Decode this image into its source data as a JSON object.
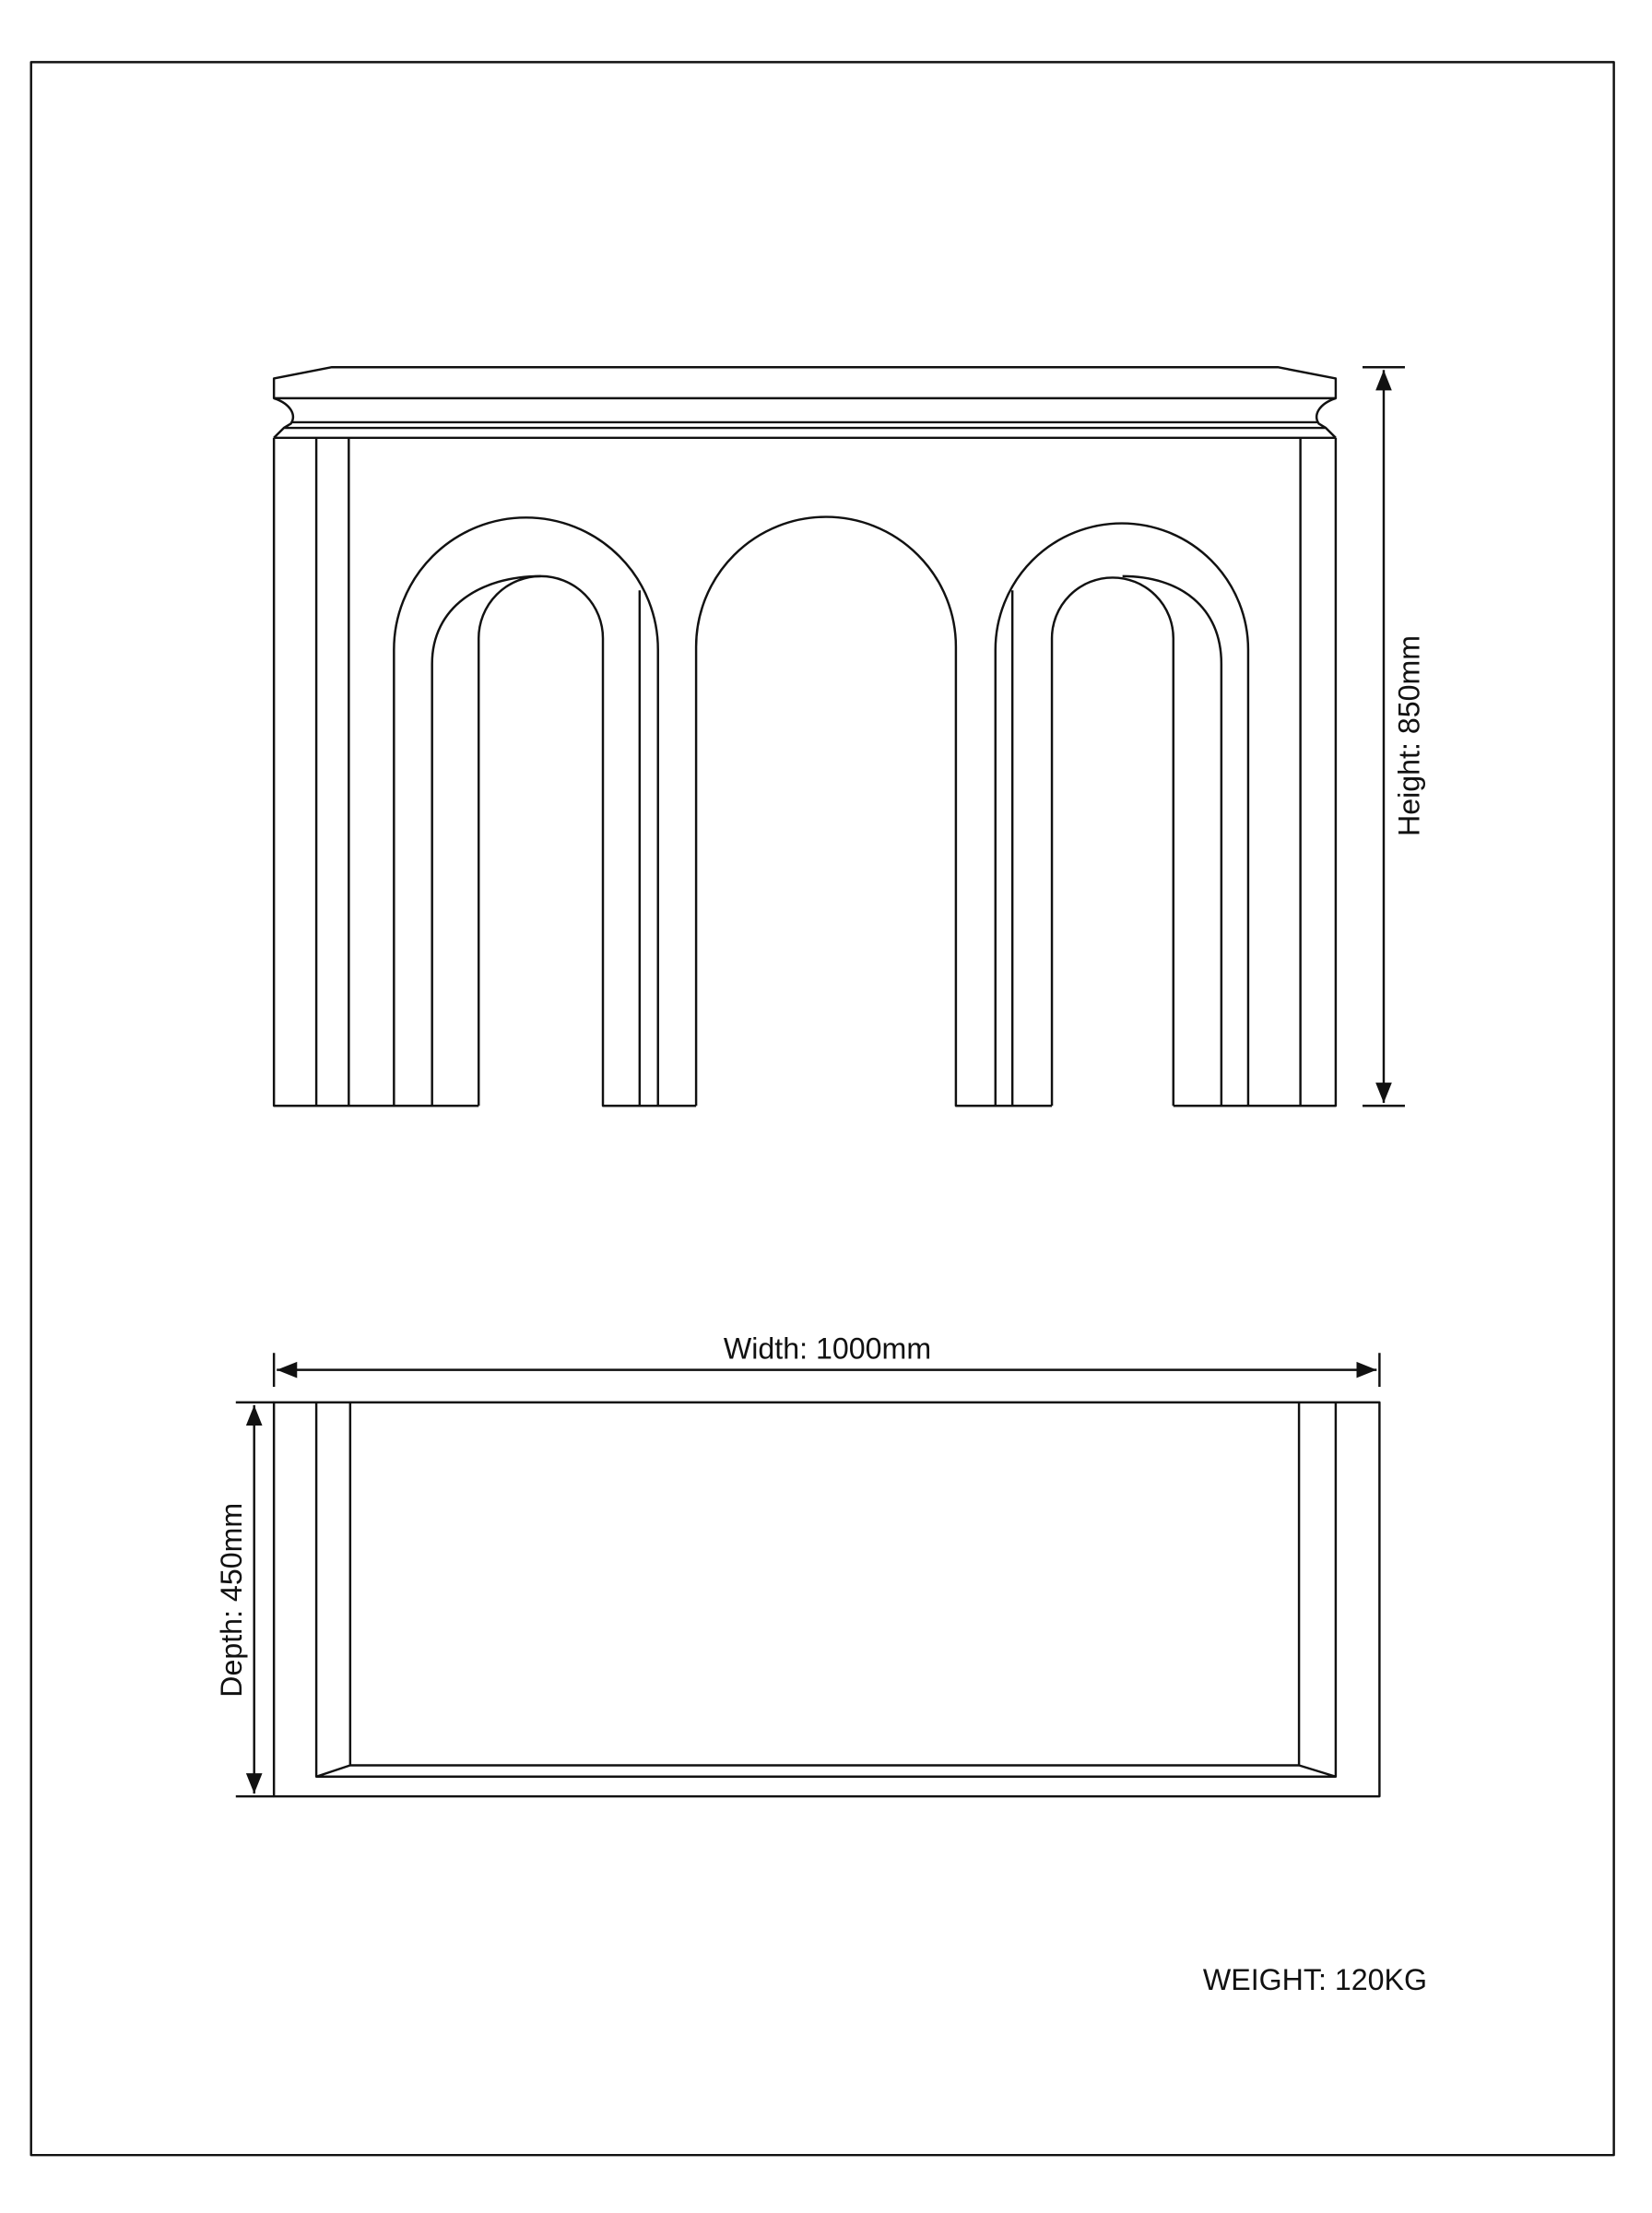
{
  "dimensions": {
    "height_label": "Height: 850mm",
    "width_label": "Width: 1000mm",
    "depth_label": "Depth: 450mm"
  },
  "weight_label": "WEIGHT: 120KG",
  "colors": {
    "line": "#111111",
    "background": "#ffffff"
  }
}
